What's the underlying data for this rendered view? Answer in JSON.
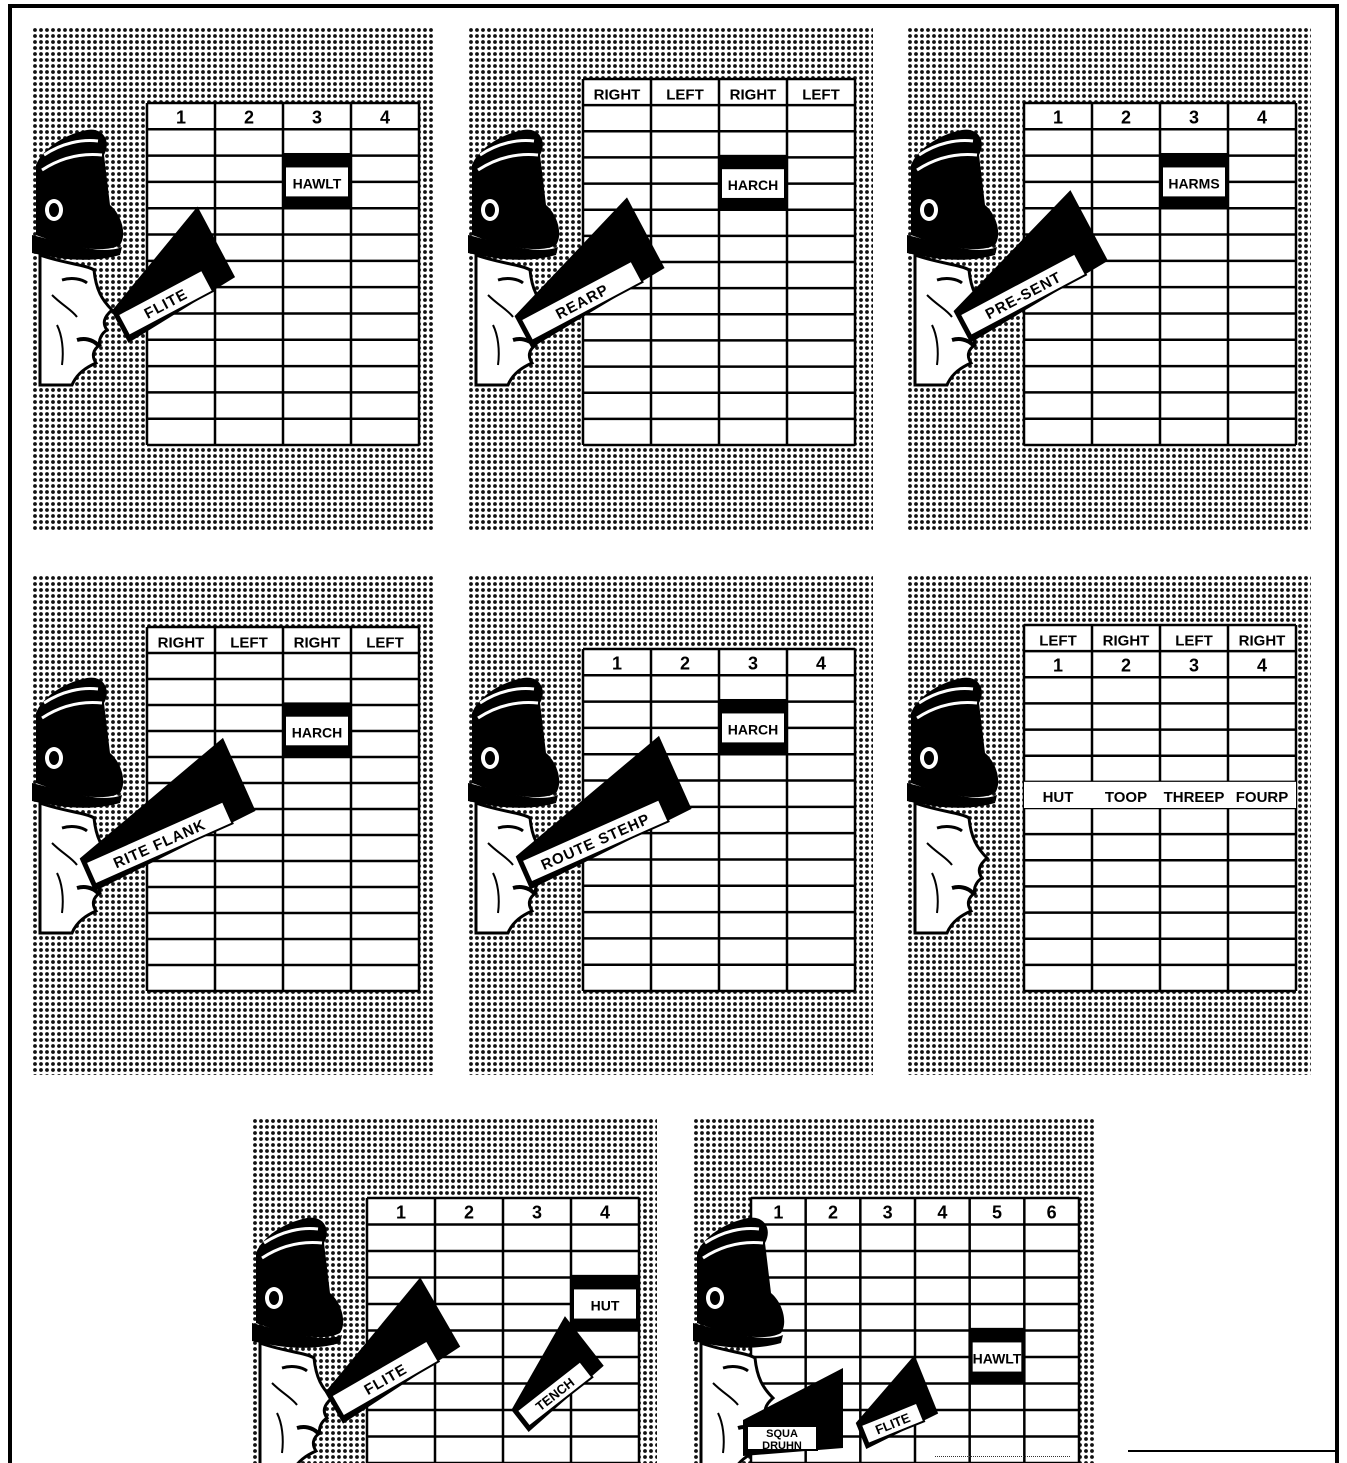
{
  "panels": [
    {
      "id": "p1",
      "headers": [
        "1",
        "2",
        "3",
        "4"
      ],
      "top_headers": [],
      "sergeant_command": "FLITE",
      "cell_command": "HAWLT",
      "extra_commands": [],
      "extra_label": ""
    },
    {
      "id": "p2",
      "headers": [
        "RIGHT",
        "LEFT",
        "RIGHT",
        "LEFT"
      ],
      "top_headers": [],
      "sergeant_command": "REARP",
      "cell_command": "HARCH",
      "extra_commands": [],
      "extra_label": ""
    },
    {
      "id": "p3",
      "headers": [
        "1",
        "2",
        "3",
        "4"
      ],
      "top_headers": [],
      "sergeant_command": "PRE-SENT",
      "cell_command": "HARMS",
      "extra_commands": [],
      "extra_label": ""
    },
    {
      "id": "p4",
      "headers": [
        "RIGHT",
        "LEFT",
        "RIGHT",
        "LEFT"
      ],
      "top_headers": [],
      "sergeant_command": "RITE FLANK",
      "cell_command": "HARCH",
      "extra_commands": [],
      "extra_label": ""
    },
    {
      "id": "p5",
      "headers": [
        "1",
        "2",
        "3",
        "4"
      ],
      "top_headers": [],
      "sergeant_command": "ROUTE STEHP",
      "cell_command": "HARCH",
      "extra_commands": [],
      "extra_label": ""
    },
    {
      "id": "p6",
      "headers": [
        "1",
        "2",
        "3",
        "4"
      ],
      "top_headers": [
        "LEFT",
        "RIGHT",
        "LEFT",
        "RIGHT"
      ],
      "sergeant_command": "",
      "cell_command": "",
      "extra_commands": [],
      "extra_label": "",
      "count_row": [
        "HUT",
        "TOOP",
        "THREEP",
        "FOURP"
      ]
    },
    {
      "id": "p7",
      "headers": [
        "1",
        "2",
        "3",
        "4"
      ],
      "top_headers": [],
      "sergeant_command": "FLITE",
      "cell_command": "HUT",
      "extra_commands": [
        "TENCH"
      ],
      "extra_label": ""
    },
    {
      "id": "p8",
      "headers": [
        "1",
        "2",
        "3",
        "4",
        "5",
        "6"
      ],
      "top_headers": [],
      "sergeant_command": "SQUA DRUHN",
      "cell_command": "HAWLT",
      "extra_commands": [
        "FLITE"
      ],
      "extra_label": ""
    }
  ],
  "colors": {
    "ink": "#000000",
    "paper": "#ffffff",
    "halftone": "#111111"
  }
}
